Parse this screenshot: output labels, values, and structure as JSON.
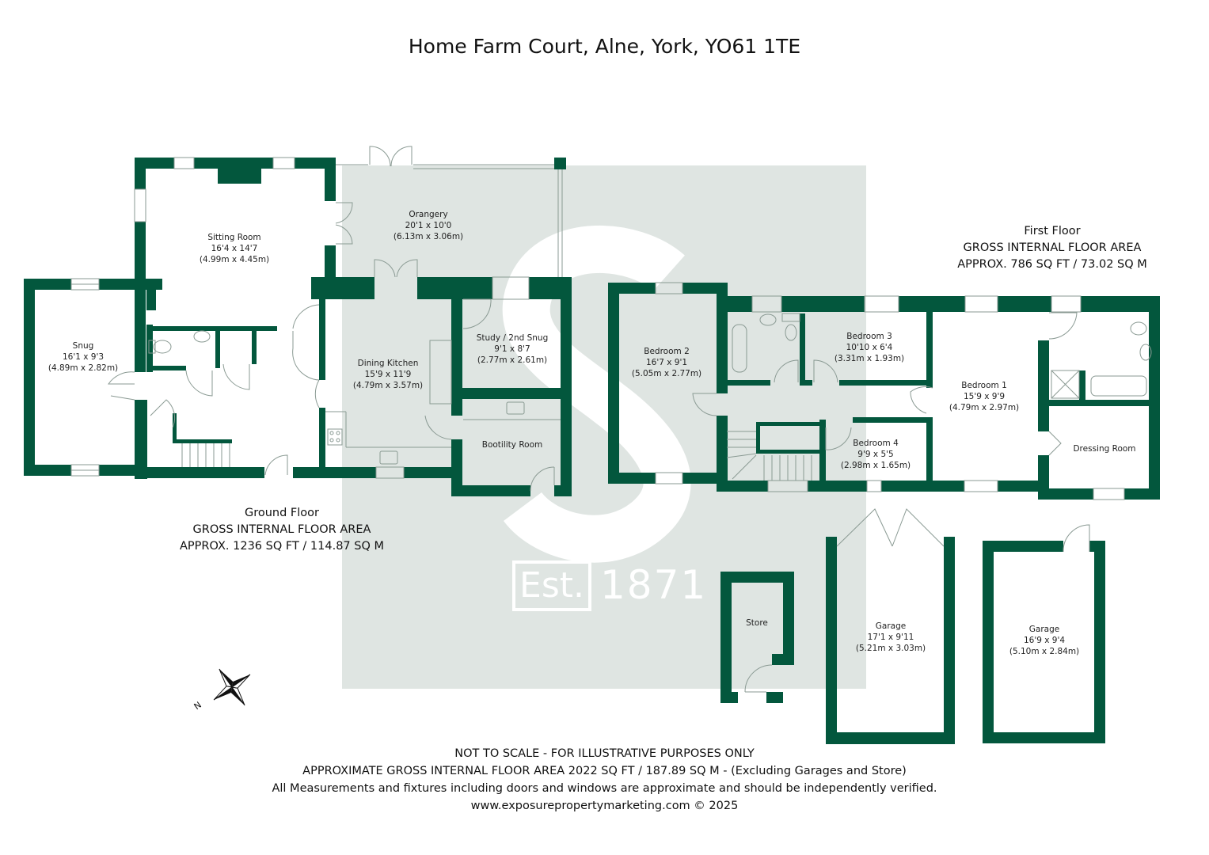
{
  "title": "Home Farm Court, Alne, York, YO61 1TE",
  "colors": {
    "wall": "#03573d",
    "watermark_bg": "#dfe5e2",
    "watermark_fg": "#ffffff",
    "text": "#222222",
    "fixture_line": "#8a9a93"
  },
  "watermark": {
    "logo_letter": "S",
    "est_label": "Est.",
    "est_year": "1871"
  },
  "ground_floor": {
    "label": "Ground Floor",
    "area_heading": "GROSS INTERNAL FLOOR AREA",
    "area_value": "APPROX. 1236 SQ FT / 114.87 SQ M",
    "rooms": [
      {
        "name": "Snug",
        "imperial": "16'1 x 9'3",
        "metric": "(4.89m x 2.82m)"
      },
      {
        "name": "Sitting Room",
        "imperial": "16'4 x 14'7",
        "metric": "(4.99m x 4.45m)"
      },
      {
        "name": "Orangery",
        "imperial": "20'1 x 10'0",
        "metric": "(6.13m x 3.06m)"
      },
      {
        "name": "Dining Kitchen",
        "imperial": "15'9 x 11'9",
        "metric": "(4.79m x 3.57m)"
      },
      {
        "name": "Study / 2nd Snug",
        "imperial": "9'1 x 8'7",
        "metric": "(2.77m x 2.61m)"
      },
      {
        "name": "Bootility Room",
        "imperial": "",
        "metric": ""
      }
    ]
  },
  "first_floor": {
    "label": "First Floor",
    "area_heading": "GROSS INTERNAL FLOOR AREA",
    "area_value": "APPROX. 786 SQ FT / 73.02 SQ M",
    "rooms": [
      {
        "name": "Bedroom 2",
        "imperial": "16'7 x 9'1",
        "metric": "(5.05m x 2.77m)"
      },
      {
        "name": "Bedroom 3",
        "imperial": "10'10 x 6'4",
        "metric": "(3.31m x 1.93m)"
      },
      {
        "name": "Bedroom 4",
        "imperial": "9'9 x 5'5",
        "metric": "(2.98m x 1.65m)"
      },
      {
        "name": "Bedroom 1",
        "imperial": "15'9 x 9'9",
        "metric": "(4.79m x 2.97m)"
      },
      {
        "name": "Dressing Room",
        "imperial": "",
        "metric": ""
      }
    ]
  },
  "outbuildings": {
    "rooms": [
      {
        "name": "Store",
        "imperial": "",
        "metric": ""
      },
      {
        "name": "Garage",
        "imperial": "17'1 x 9'11",
        "metric": "(5.21m x 3.03m)"
      },
      {
        "name": "Garage",
        "imperial": "16'9 x 9'4",
        "metric": "(5.10m x 2.84m)"
      }
    ]
  },
  "compass": {
    "icon": "compass-rose-icon",
    "north_label": "N"
  },
  "footer": {
    "line1": "NOT TO SCALE - FOR ILLUSTRATIVE PURPOSES ONLY",
    "line2": "APPROXIMATE GROSS INTERNAL FLOOR AREA 2022 SQ FT / 187.89 SQ M - (Excluding Garages and Store)",
    "line3": "All Measurements and fixtures including doors and windows are approximate and should be independently verified.",
    "line4": "www.exposurepropertymarketing.com © 2025"
  }
}
